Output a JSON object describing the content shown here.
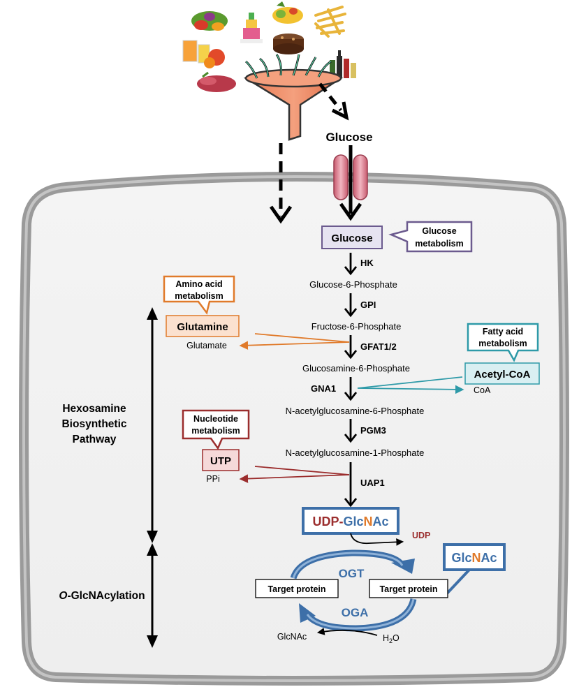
{
  "diagram": {
    "title_glucose_top": "Glucose",
    "hbp_label_lines": [
      "Hexosamine",
      "Biosynthetic",
      "Pathway"
    ],
    "oglc_label_prefix": "O",
    "oglc_label_suffix": "-GlcNAcylation",
    "glucose_box": "Glucose",
    "glucose_metabolism_lines": [
      "Glucose",
      "metabolism"
    ],
    "amino_metabolism_lines": [
      "Amino acid",
      "metabolism"
    ],
    "fatty_metabolism_lines": [
      "Fatty acid",
      "metabolism"
    ],
    "nucleotide_metabolism_lines": [
      "Nucleotide",
      "metabolism"
    ],
    "glutamine": "Glutamine",
    "glutamate": "Glutamate",
    "acetyl_coa": "Acetyl-CoA",
    "coa": "CoA",
    "utp": "UTP",
    "ppi": "PPi",
    "udp": "UDP",
    "steps": [
      {
        "metabolite": "Glucose-6-Phosphate",
        "enzyme": "HK"
      },
      {
        "metabolite": "Fructose-6-Phosphate",
        "enzyme": "GPI"
      },
      {
        "metabolite": "Glucosamine-6-Phosphate",
        "enzyme": "GFAT1/2"
      },
      {
        "metabolite": "N-acetylglucosamine-6-Phosphate",
        "enzyme": "GNA1"
      },
      {
        "metabolite": "N-acetylglucosamine-1-Phosphate",
        "enzyme": "PGM3"
      },
      {
        "metabolite": "",
        "enzyme": "UAP1"
      }
    ],
    "udp_glcnac": {
      "udp": "UDP",
      "dash": "-",
      "glc": "Glc",
      "n": "N",
      "ac": "Ac"
    },
    "glcnac_box": {
      "glc": "Glc",
      "n": "N",
      "ac": "Ac"
    },
    "ogt": "OGT",
    "oga": "OGA",
    "target_protein_left": "Target protein",
    "target_protein_right": "Target protein",
    "glcnac_free": "GlcNAc",
    "water_h": "H",
    "water_sub": "2",
    "water_o": "O"
  },
  "colors": {
    "orange": "#e07a2a",
    "teal": "#2e9aa8",
    "purple": "#6b5a8e",
    "red": "#9b2d2d",
    "blue": "#3d6fa8",
    "ogt_text": "#3d6fa8",
    "glcnac_n": "#e07a2a",
    "glcnac_glc": "#3d6fa8",
    "udp_red": "#9b2d2d"
  }
}
